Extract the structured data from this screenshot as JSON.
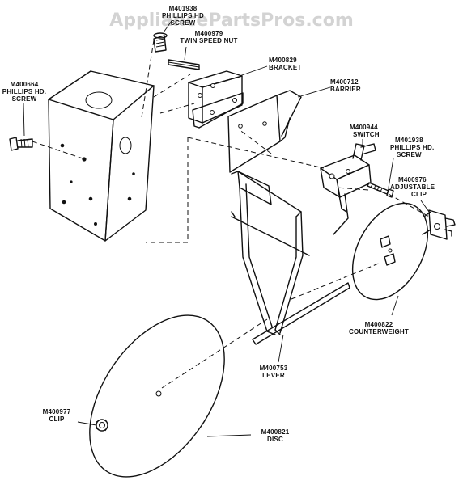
{
  "watermark": "AppliancePartsPros.com",
  "parts": [
    {
      "id": "phillips-screw-top",
      "number": "M401938",
      "name_lines": [
        "PHILLIPS HD",
        "SCREW"
      ]
    },
    {
      "id": "twin-speed-nut",
      "number": "M400979",
      "name_lines": [
        "TWIN SPEED NUT"
      ]
    },
    {
      "id": "bracket",
      "number": "M400829",
      "name_lines": [
        "BRACKET"
      ]
    },
    {
      "id": "barrier",
      "number": "M400712",
      "name_lines": [
        "BARRIER"
      ]
    },
    {
      "id": "phillips-screw-left",
      "number": "M400664",
      "name_lines": [
        "PHILLIPS HD.",
        "SCREW"
      ]
    },
    {
      "id": "switch",
      "number": "M400944",
      "name_lines": [
        "SWITCH"
      ]
    },
    {
      "id": "phillips-screw-switch",
      "number": "M401938",
      "name_lines": [
        "PHILLIPS HD.",
        "SCREW"
      ]
    },
    {
      "id": "adjustable-clip",
      "number": "M400976",
      "name_lines": [
        "ADJUSTABLE",
        "CLIP"
      ]
    },
    {
      "id": "counterweight",
      "number": "M400822",
      "name_lines": [
        "COUNTERWEIGHT"
      ]
    },
    {
      "id": "lever",
      "number": "M400753",
      "name_lines": [
        "LEVER"
      ]
    },
    {
      "id": "clip",
      "number": "M400977",
      "name_lines": [
        "CLIP"
      ]
    },
    {
      "id": "disc",
      "number": "M400821",
      "name_lines": [
        "DISC"
      ]
    }
  ]
}
